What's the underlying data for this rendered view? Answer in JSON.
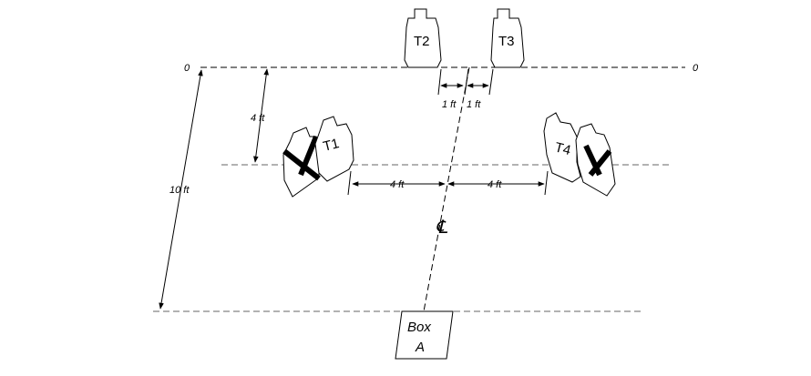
{
  "diagram": {
    "zero_left": "0",
    "zero_right": "0",
    "dim_4ft_vertical": "4 ft",
    "dim_10ft": "10 ft",
    "dim_1ft_a": "1 ft",
    "dim_1ft_b": "1 ft",
    "dim_4ft_left": "4 ft",
    "dim_4ft_right": "4 ft",
    "centerline": "℄",
    "targets": {
      "t1": "T1",
      "t2": "T2",
      "t3": "T3",
      "t4": "T4"
    },
    "box": {
      "line1": "Box",
      "line2": "A"
    }
  }
}
